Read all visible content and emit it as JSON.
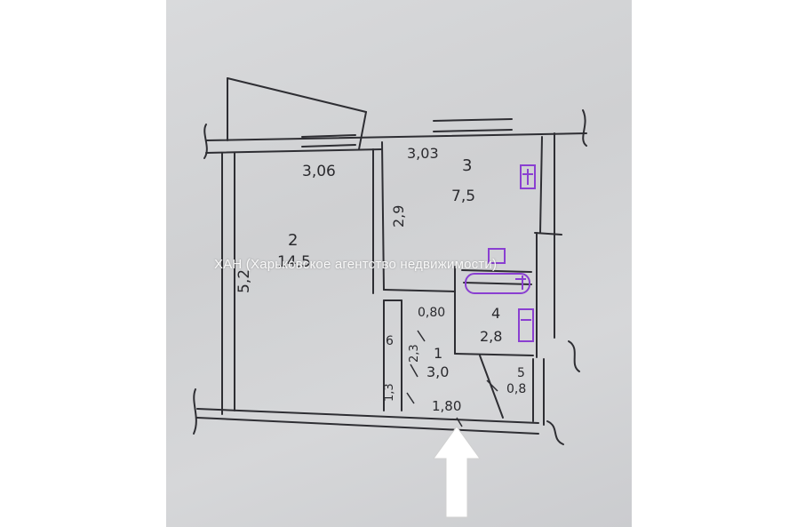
{
  "watermark": "ХАН (Харьковское агентство недвижимости)",
  "rooms": [
    {
      "id": "1",
      "area": "3,0"
    },
    {
      "id": "2",
      "area": "14,5"
    },
    {
      "id": "3",
      "area": "7,5"
    },
    {
      "id": "4",
      "area": "2,8"
    },
    {
      "id": "5",
      "area": "0,8"
    }
  ],
  "dimensions": {
    "room2_top": "3,06",
    "room3_top": "3,03",
    "room2_left": "5,2",
    "room3_side": "2,9",
    "closet_width": "0,80",
    "hall_bottom": "1,80",
    "hall_side": "2,3",
    "closet_side": "6",
    "lower_side": "1,3"
  },
  "colors": {
    "paper": "#d3d4d6",
    "ink": "#2a2a2e",
    "stamp": "#8a3fd1"
  }
}
